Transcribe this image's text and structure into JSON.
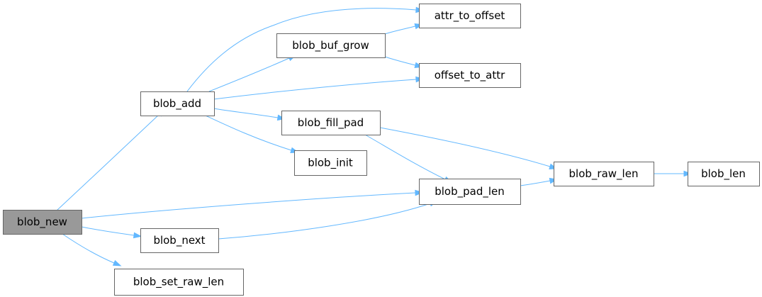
{
  "diagram": {
    "nodes": [
      {
        "id": "blob_new",
        "label": "blob_new",
        "root": true
      },
      {
        "id": "blob_add",
        "label": "blob_add"
      },
      {
        "id": "blob_next",
        "label": "blob_next"
      },
      {
        "id": "blob_set_raw_len",
        "label": "blob_set_raw_len"
      },
      {
        "id": "attr_to_offset",
        "label": "attr_to_offset"
      },
      {
        "id": "blob_buf_grow",
        "label": "blob_buf_grow"
      },
      {
        "id": "offset_to_attr",
        "label": "offset_to_attr"
      },
      {
        "id": "blob_fill_pad",
        "label": "blob_fill_pad"
      },
      {
        "id": "blob_init",
        "label": "blob_init"
      },
      {
        "id": "blob_pad_len",
        "label": "blob_pad_len"
      },
      {
        "id": "blob_raw_len",
        "label": "blob_raw_len"
      },
      {
        "id": "blob_len",
        "label": "blob_len"
      }
    ],
    "edges": [
      {
        "from": "blob_new",
        "to": "blob_add"
      },
      {
        "from": "blob_new",
        "to": "blob_pad_len"
      },
      {
        "from": "blob_new",
        "to": "blob_next"
      },
      {
        "from": "blob_new",
        "to": "blob_set_raw_len"
      },
      {
        "from": "blob_add",
        "to": "attr_to_offset"
      },
      {
        "from": "blob_add",
        "to": "blob_buf_grow"
      },
      {
        "from": "blob_add",
        "to": "offset_to_attr"
      },
      {
        "from": "blob_add",
        "to": "blob_fill_pad"
      },
      {
        "from": "blob_add",
        "to": "blob_init"
      },
      {
        "from": "blob_buf_grow",
        "to": "attr_to_offset"
      },
      {
        "from": "blob_buf_grow",
        "to": "offset_to_attr"
      },
      {
        "from": "blob_fill_pad",
        "to": "blob_raw_len"
      },
      {
        "from": "blob_fill_pad",
        "to": "blob_pad_len"
      },
      {
        "from": "blob_pad_len",
        "to": "blob_raw_len"
      },
      {
        "from": "blob_raw_len",
        "to": "blob_len"
      },
      {
        "from": "blob_next",
        "to": "blob_pad_len"
      }
    ],
    "colors": {
      "edge": "#63b8ff",
      "node_border": "#666666",
      "root_fill": "#999999",
      "node_fill": "#ffffff"
    }
  }
}
